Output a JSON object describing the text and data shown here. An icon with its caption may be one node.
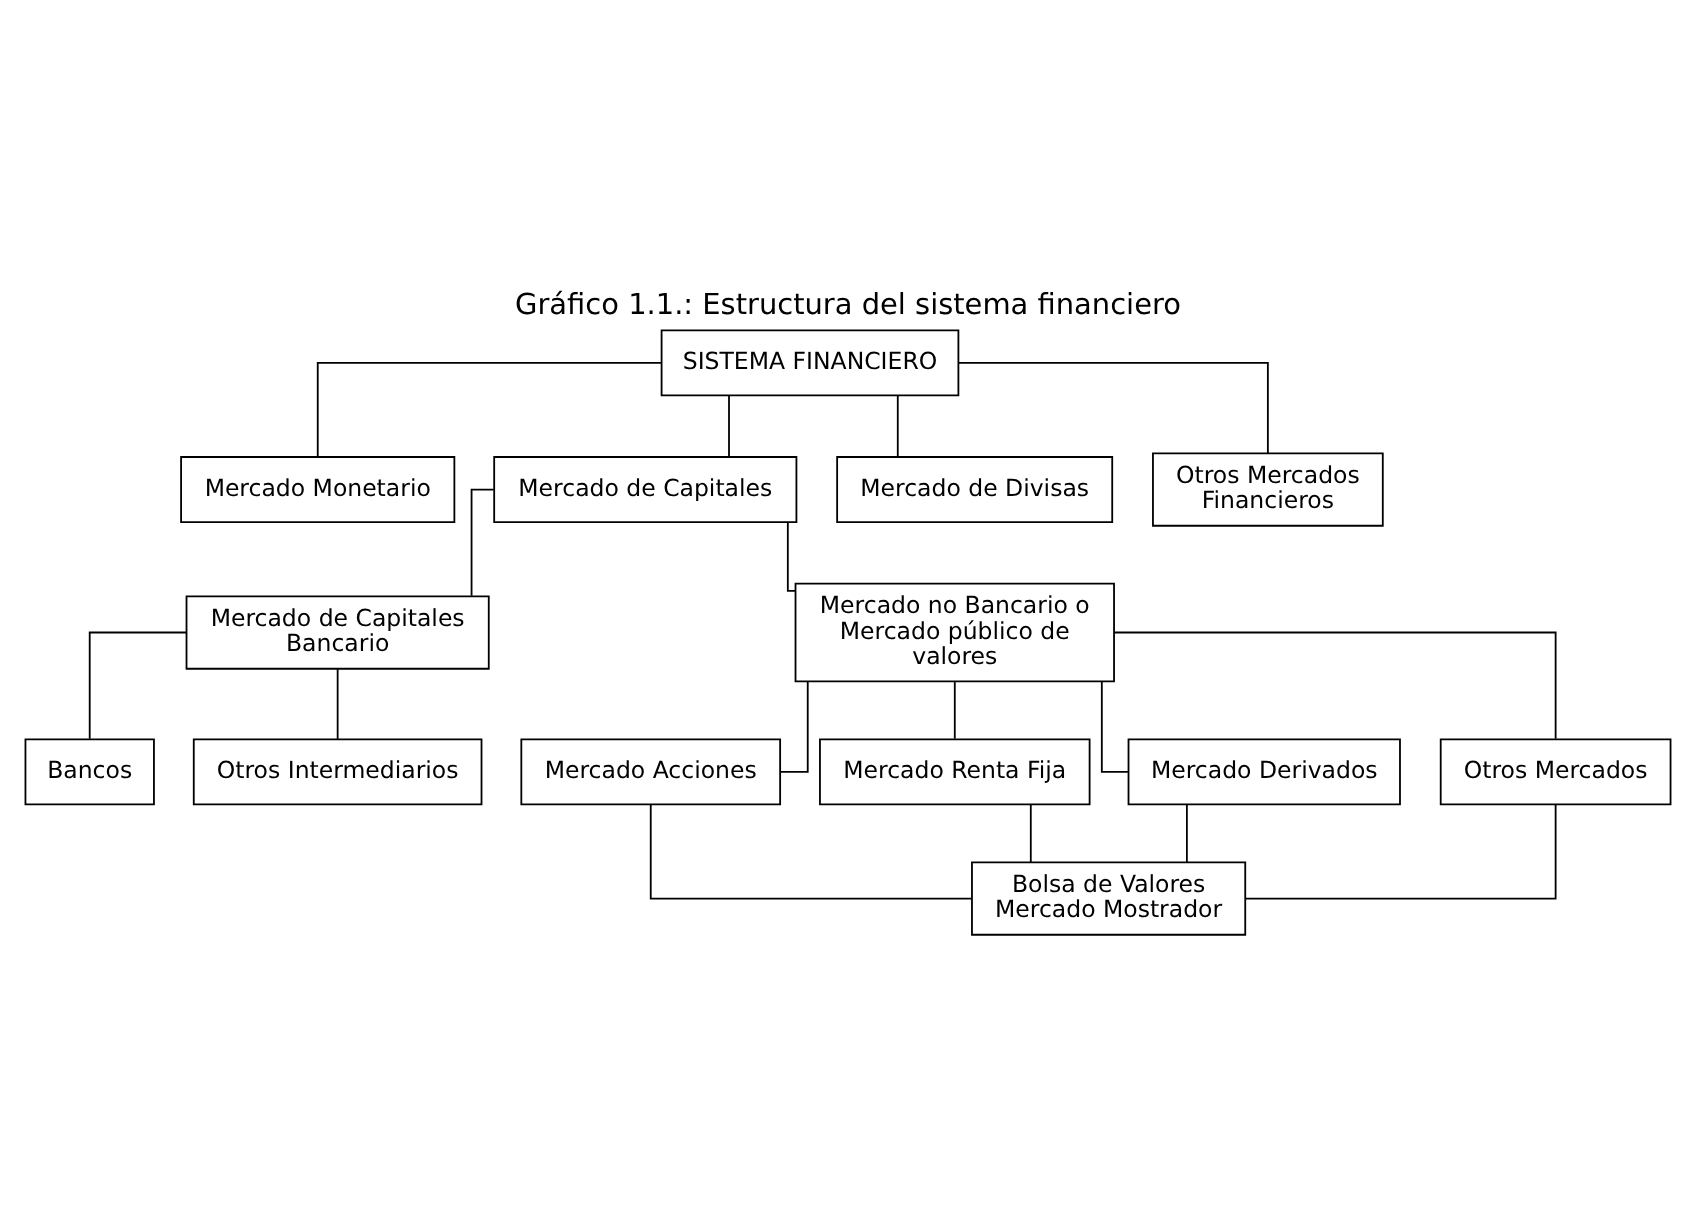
{
  "diagram": {
    "title": "Gráfico 1.1.: Estructura del sistema financiero",
    "nodes": [
      {
        "text": [
          "SISTEMA FINANCIERO"
        ]
      },
      {
        "text": [
          "Mercado Monetario"
        ]
      },
      {
        "text": [
          "Mercado de Capitales"
        ]
      },
      {
        "text": [
          "Mercado de Divisas"
        ]
      },
      {
        "text": [
          "Otros Mercados Financieros"
        ]
      },
      {
        "text": [
          "Mercado de Capitales Bancario"
        ]
      },
      {
        "text": [
          "Mercado no Bancario o Mercado público de valores"
        ]
      },
      {
        "text": [
          "Bancos"
        ]
      },
      {
        "text": [
          "Otros Intermediarios"
        ]
      },
      {
        "text": [
          "Mercado Acciones"
        ]
      },
      {
        "text": [
          "Mercado Renta Fija"
        ]
      },
      {
        "text": [
          "Mercado Derivados"
        ]
      },
      {
        "text": [
          "Otros Mercados"
        ]
      },
      {
        "text": [
          "Bolsa de Valores Mercado Mostrador"
        ]
      }
    ],
    "edges": [
      {
        "from": 0,
        "to": 1,
        "arrow": "none"
      },
      {
        "from": 0,
        "to": 2,
        "arrow": "none"
      },
      {
        "from": 0,
        "to": 3,
        "arrow": "none"
      },
      {
        "from": 0,
        "to": 4,
        "arrow": "none"
      },
      {
        "from": 2,
        "to": 5,
        "arrow": "none"
      },
      {
        "from": 2,
        "to": 6,
        "arrow": "none"
      },
      {
        "from": 5,
        "to": 7,
        "arrow": "none"
      },
      {
        "from": 5,
        "to": 8,
        "arrow": "none"
      },
      {
        "from": 6,
        "to": 9,
        "arrow": "none"
      },
      {
        "from": 6,
        "to": 10,
        "arrow": "none"
      },
      {
        "from": 6,
        "to": 11,
        "arrow": "none"
      },
      {
        "from": 6,
        "to": 12,
        "arrow": "none"
      },
      {
        "from": 9,
        "to": 13,
        "arrow": "none"
      },
      {
        "from": 11,
        "to": 13,
        "arrow": "none"
      },
      {
        "from": 10,
        "to": 13,
        "arrow": "none"
      },
      {
        "from": 12,
        "to": 13,
        "arrow": "none"
      }
    ]
  }
}
